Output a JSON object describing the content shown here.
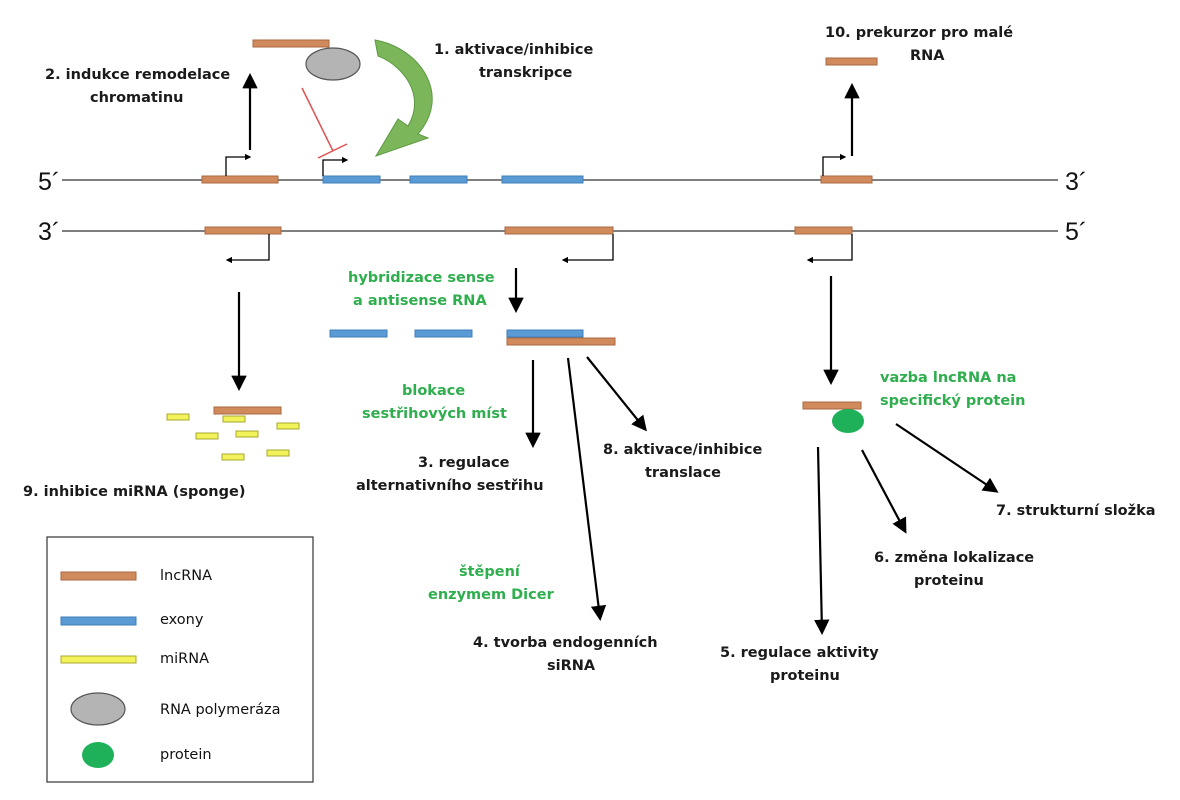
{
  "colors": {
    "lncrna": "#d08a5c",
    "lncrna_stroke": "#a86a40",
    "exon": "#5b9bd5",
    "exon_stroke": "#3f7fb8",
    "mirna": "#f2f25a",
    "mirna_stroke": "#a8a830",
    "polymerase": "#b4b4b4",
    "protein": "#1fb05a",
    "green_text": "#2fae4e",
    "green_arrow": "#7bb65a",
    "inhibit_line": "#e05050"
  },
  "strands": {
    "top_left": "5´",
    "top_right": "3´",
    "bottom_left": "3´",
    "bottom_right": "5´"
  },
  "labels": {
    "f1_line1": "1.   aktivace/inhibice",
    "f1_line2": "transkripce",
    "f2_line1": "2. indukce remodelace",
    "f2_line2": "chromatinu",
    "f10_line1": "10. prekurzor pro malé",
    "f10_line2": "RNA",
    "hyb_line1": "hybridizace sense",
    "hyb_line2": "a antisense RNA",
    "block_line1": "blokace",
    "block_line2": "sestřihových míst",
    "f3_line1": "3. regulace",
    "f3_line2": "alternativního sestřihu",
    "f8_line1": "8. aktivace/inhibice",
    "f8_line2": "translace",
    "dicer_line1": "štěpení",
    "dicer_line2": "enzymem Dicer",
    "f4_line1": "4. tvorba endogenních",
    "f4_line2": "siRNA",
    "f9": "9. inhibice miRNA (sponge)",
    "bind_line1": "vazba lncRNA na",
    "bind_line2": "specifický protein",
    "f5_line1": "5. regulace aktivity",
    "f5_line2": "proteinu",
    "f6_line1": "6. změna lokalizace",
    "f6_line2": "proteinu",
    "f7": "7. strukturní složka"
  },
  "legend": {
    "lncrna": "lncRNA",
    "exony": "exony",
    "mirna": "miRNA",
    "polymerase": "RNA polymeráza",
    "protein": "protein"
  }
}
